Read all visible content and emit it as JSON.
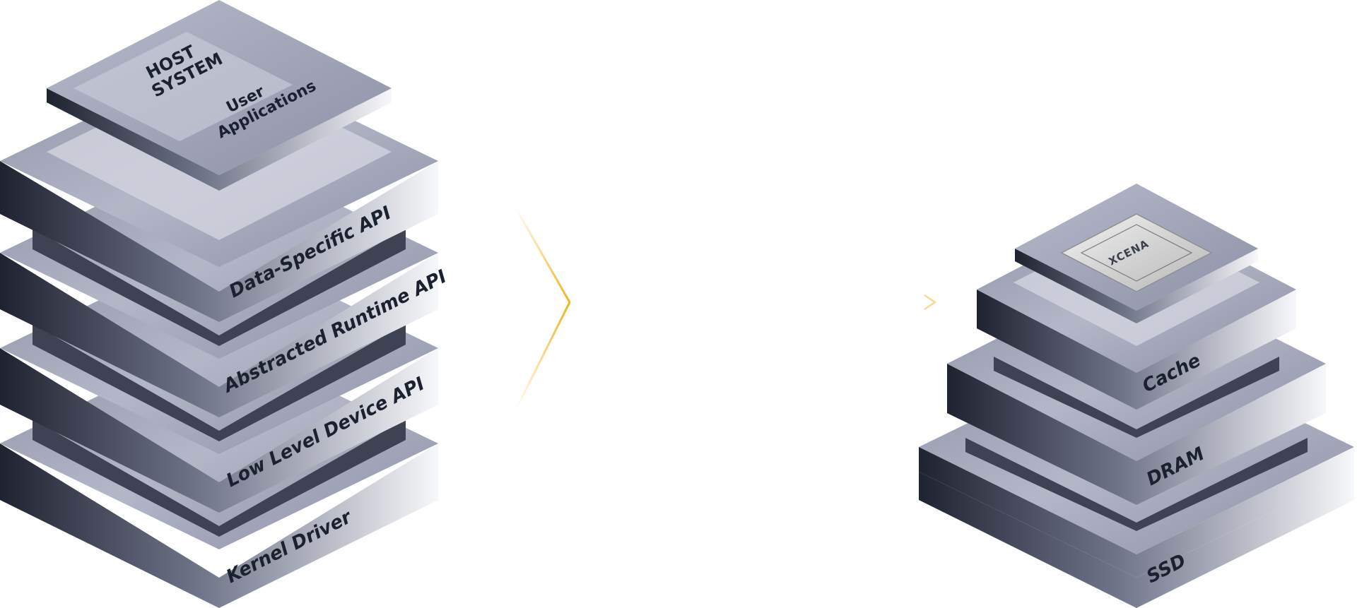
{
  "host_stack": {
    "top": {
      "title_line1": "HOST",
      "title_line2": "SYSTEM",
      "apps_line1": "User",
      "apps_line2": "Applications"
    },
    "layers": [
      {
        "label": "Data-Specific API"
      },
      {
        "label": "Abstracted Runtime API"
      },
      {
        "label": "Low Level Device API"
      },
      {
        "label": "Kernel Driver"
      }
    ]
  },
  "device_stack": {
    "chip_label": "XCENA",
    "layers": [
      {
        "label": "Cache"
      },
      {
        "label": "DRAM"
      },
      {
        "label": "SSD"
      }
    ]
  },
  "colors": {
    "connector": "#f2b21b",
    "slab_dark": "#1f2330",
    "slab_light": "#f5f6f8",
    "slab_top": "#a8abbd"
  }
}
